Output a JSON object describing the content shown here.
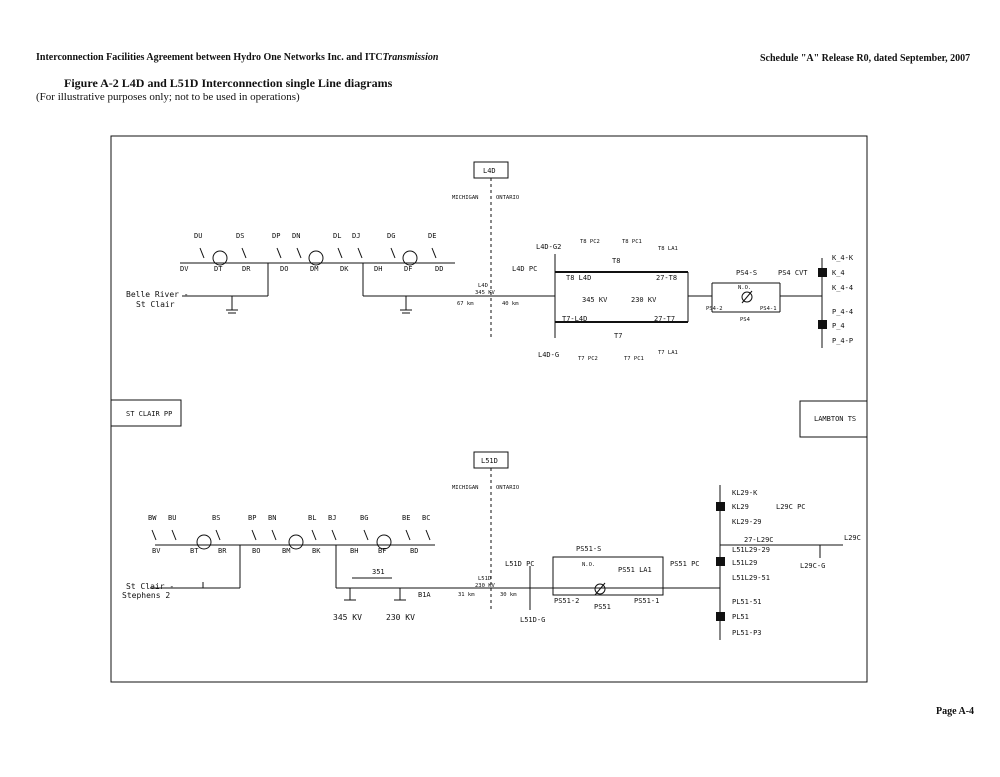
{
  "header": {
    "left_text": "Interconnection Facilities Agreement between Hydro One Networks Inc. and ITC",
    "left_italic": "Transmission",
    "right_text": "Schedule \"A\" Release R0, dated September, 2007"
  },
  "figure": {
    "title": "Figure A-2   L4D and L51D Interconnection single Line diagrams",
    "subtitle": "(For illustrative purposes only; not to be used in operations)"
  },
  "page_number": "Page A-4",
  "diagram": {
    "side_boxes": {
      "left": "ST CLAIR PP",
      "right": "LAMBTON TS"
    },
    "top": {
      "line_box": "L4D",
      "border_left": "MICHIGAN",
      "border_right": "ONTARIO",
      "switch_labels": [
        "DU",
        "DS",
        "DP",
        "DN",
        "DL",
        "DJ",
        "DG",
        "DE"
      ],
      "breaker_labels": [
        "DV",
        "DT",
        "DR",
        "DO",
        "DM",
        "DK",
        "DH",
        "DF",
        "DD"
      ],
      "source_label": [
        "Belle River -",
        "St Clair"
      ],
      "line_name": [
        "L4D",
        "345 KV"
      ],
      "dist_left": "67 km",
      "dist_right": "40 km",
      "ont_labels": {
        "l4d_g2": "L4D-G2",
        "l4d_pc": "L4D PC",
        "t8_pc2": "T8 PC2",
        "t8_pc1": "T8 PC1",
        "t8_la1": "T8 LA1",
        "t8_l4d": "T8 L4D",
        "t8": "T8",
        "b27_t8": "27-T8",
        "kv345": "345 KV",
        "kv230": "230 KV",
        "t7_l4d": "T7-L4D",
        "t7": "T7",
        "b27_t7": "27-T7",
        "l4d_g": "L4D-G",
        "t7_pc2": "T7 PC2",
        "t7_pc1": "T7 PC1",
        "t7_la1": "T7 LA1",
        "ps4_s": "PS4-S",
        "no": "N.O.",
        "ps4_2": "PS4-2",
        "ps4_1": "PS4-1",
        "ps4": "PS4",
        "ps4_cvt": "PS4 CVT",
        "k4_k": "K_4-K",
        "k4": "K_4",
        "k4_4": "K_4-4",
        "p4_4": "P_4-4",
        "p4": "P_4",
        "p4_p": "P_4-P"
      }
    },
    "bottom": {
      "line_box": "L51D",
      "border_left": "MICHIGAN",
      "border_right": "ONTARIO",
      "switch_labels": [
        "BW",
        "BU",
        "BS",
        "BP",
        "BN",
        "BL",
        "BJ",
        "BG",
        "BE",
        "BC"
      ],
      "breaker_labels": [
        "BV",
        "BT",
        "BR",
        "BO",
        "BM",
        "BK",
        "BH",
        "BF",
        "BD"
      ],
      "source_label": [
        "St Clair -",
        "Stephens 2"
      ],
      "b351": "351",
      "b31a": "B1A",
      "kv345": "345 KV",
      "kv230": "230 KV",
      "line_name": [
        "L51D",
        "230 KV"
      ],
      "dist_left": "31 km",
      "dist_right": "30 km",
      "ont_labels": {
        "l51d_pc": "L51D PC",
        "l51d_g": "L51D-G",
        "ps51_s": "PS51-S",
        "no": "N.O.",
        "ps51_la1": "PS51 LA1",
        "ps51_2": "PS51-2",
        "ps51": "PS51",
        "ps51_1": "PS51-1",
        "ps51_pc": "PS51 PC",
        "kl29_k": "KL29-K",
        "kl29": "KL29",
        "kl29_29": "KL29-29",
        "l29c_pc": "L29C PC",
        "b27_l29c": "27-L29C",
        "l29c": "L29C",
        "l29c_g": "L29C-G",
        "l51l29_29": "L51L29-29",
        "l51l29": "L51L29",
        "l51l29_51": "L51L29-51",
        "pl51_51": "PL51-51",
        "pl51": "PL51",
        "pl51_p3": "PL51-P3"
      }
    }
  }
}
